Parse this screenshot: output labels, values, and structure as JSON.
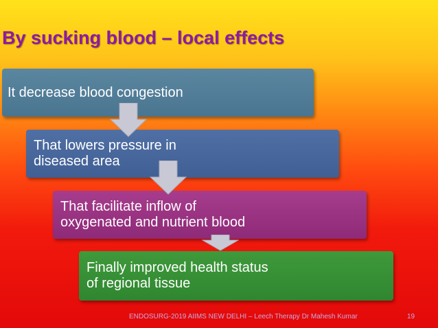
{
  "slide": {
    "title": "By sucking blood – local effects",
    "steps": [
      {
        "line1": "It decrease blood  congestion",
        "line2": ""
      },
      {
        "line1": "That lowers pressure in",
        "line2": "diseased area"
      },
      {
        "line1": "That facilitate inflow of",
        "line2": "oxygenated and nutrient blood"
      },
      {
        "line1": "Finally improved health status",
        "line2": "of regional tissue"
      }
    ],
    "footer": "ENDOSURG-2019 AIIMS NEW DELHI – Leech Therapy Dr Mahesh Kumar",
    "page_number": "19"
  },
  "colors": {
    "title": "#8e1aa3",
    "step1": "#4a7590",
    "step2": "#405f94",
    "step3": "#8e2a78",
    "step4": "#2f8630",
    "arrow": "#c9c9d6"
  }
}
